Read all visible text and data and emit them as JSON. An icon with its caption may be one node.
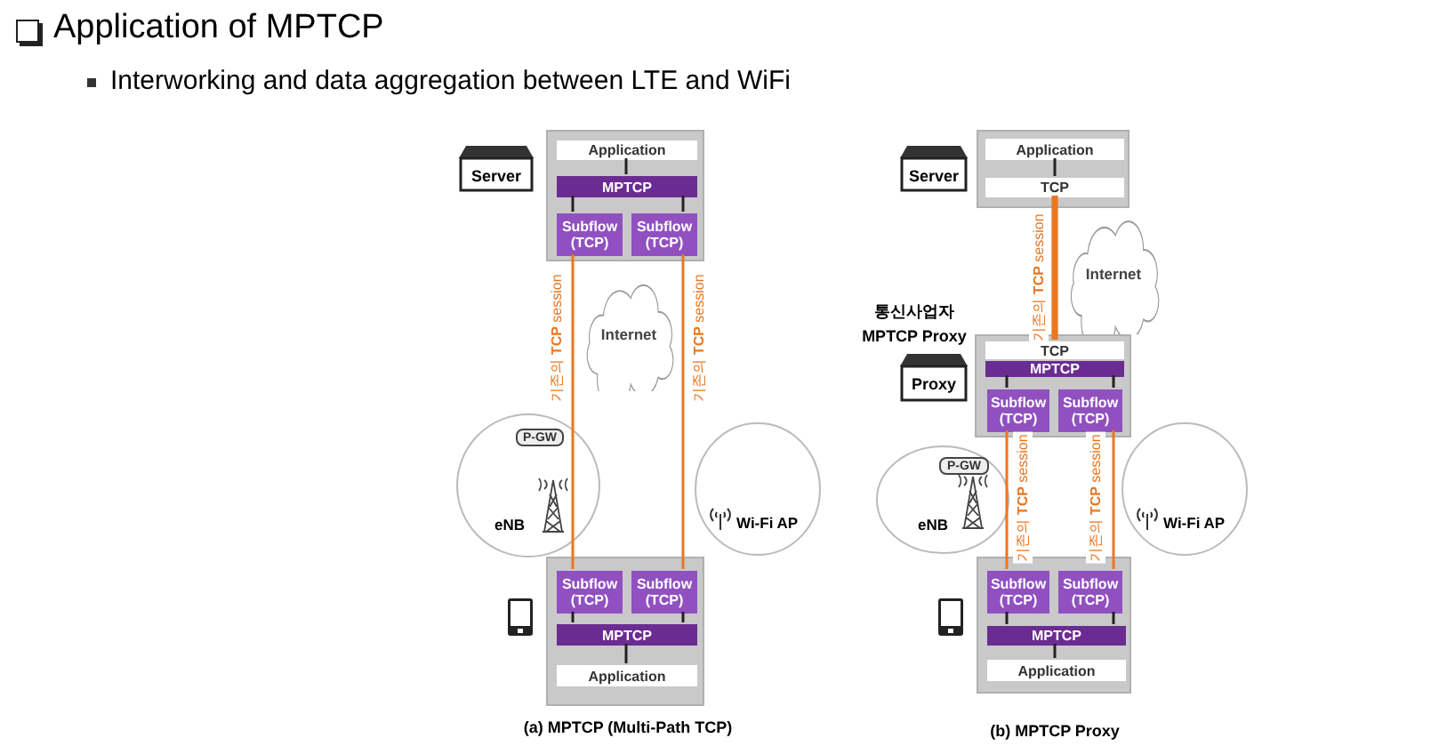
{
  "diagram": {
    "title": "Application of MPTCP",
    "nodes": [
      {
        "text": [],
        "shape": "box"
      },
      {
        "text": [
          "Application"
        ],
        "in": 0
      },
      {
        "text": [
          "MPTCP"
        ],
        "in": 0
      },
      {
        "text": [
          "Subflow (TCP)"
        ],
        "in": 0
      },
      {
        "text": [
          "Subflow (TCP)"
        ],
        "in": 0
      },
      {
        "text": [
          "Server"
        ]
      },
      {
        "text": [
          "Internet"
        ]
      },
      {
        "text": [
          "eNB"
        ]
      },
      {
        "text": [
          "P-GW"
        ],
        "in": 7
      },
      {
        "text": [
          "Wi-Fi AP"
        ]
      },
      {
        "text": [],
        "shape": "box"
      },
      {
        "text": [
          "Subflow (TCP)"
        ],
        "in": 10
      },
      {
        "text": [
          "Subflow (TCP)"
        ],
        "in": 10
      },
      {
        "text": [
          "MPTCP"
        ],
        "in": 10
      },
      {
        "text": [
          "Application"
        ],
        "in": 10
      },
      {
        "text": [],
        "shape": "box"
      },
      {
        "text": [
          "Application"
        ],
        "in": 15
      },
      {
        "text": [
          "TCP"
        ],
        "in": 15
      },
      {
        "text": [
          "Server"
        ]
      },
      {
        "text": [
          "Internet"
        ]
      },
      {
        "text": [],
        "shape": "box"
      },
      {
        "text": [
          "TCP"
        ],
        "in": 20
      },
      {
        "text": [
          "MPTCP"
        ],
        "in": 20
      },
      {
        "text": [
          "Subflow (TCP)"
        ],
        "in": 20
      },
      {
        "text": [
          "Subflow (TCP)"
        ],
        "in": 20
      },
      {
        "text": [
          "Proxy"
        ],
        "beside": [
          "통신사업자 MPTCP Proxy"
        ]
      },
      {
        "text": [
          "eNB"
        ]
      },
      {
        "text": [
          "P-GW"
        ],
        "in": 26
      },
      {
        "text": [
          "Wi-Fi AP"
        ]
      },
      {
        "text": [],
        "shape": "box"
      },
      {
        "text": [
          "Subflow (TCP)"
        ],
        "in": 29
      },
      {
        "text": [
          "Subflow (TCP)"
        ],
        "in": 29
      },
      {
        "text": [
          "MPTCP"
        ],
        "in": 29
      },
      {
        "text": [
          "Application"
        ],
        "in": 29
      }
    ],
    "edges": [
      {
        "from": 1,
        "to": 2,
        "arrow": "none"
      },
      {
        "from": 2,
        "to": 3,
        "arrow": "none"
      },
      {
        "from": 2,
        "to": 4,
        "arrow": "none"
      },
      {
        "from": 3,
        "to": 11,
        "arrow": "none",
        "label": "기존의 **TCP** session",
        "color": "#e87722"
      },
      {
        "from": 4,
        "to": 12,
        "arrow": "none",
        "label": "기존의 **TCP** session",
        "color": "#e87722"
      },
      {
        "from": 11,
        "to": 13,
        "arrow": "none"
      },
      {
        "from": 12,
        "to": 13,
        "arrow": "none"
      },
      {
        "from": 13,
        "to": 14,
        "arrow": "none"
      },
      {
        "from": 16,
        "to": 17,
        "arrow": "none"
      },
      {
        "from": 17,
        "to": 21,
        "arrow": "none",
        "label": "기존의 **TCP** session",
        "color": "#e87722",
        "style": "thick"
      },
      {
        "from": 22,
        "to": 23,
        "arrow": "none"
      },
      {
        "from": 22,
        "to": 24,
        "arrow": "none"
      },
      {
        "from": 23,
        "to": 30,
        "arrow": "none",
        "label": "기존의 **TCP** session",
        "color": "#e87722"
      },
      {
        "from": 24,
        "to": 31,
        "arrow": "none",
        "label": "기존의 **TCP** session",
        "color": "#e87722"
      },
      {
        "from": 30,
        "to": 32,
        "arrow": "none"
      },
      {
        "from": 31,
        "to": 32,
        "arrow": "none"
      },
      {
        "from": 32,
        "to": 33,
        "arrow": "none"
      }
    ],
    "labels": [
      "Interworking and data aggregation between LTE and WiFi",
      "(a) MPTCP (Multi-Path TCP)",
      "(b) MPTCP Proxy"
    ]
  }
}
